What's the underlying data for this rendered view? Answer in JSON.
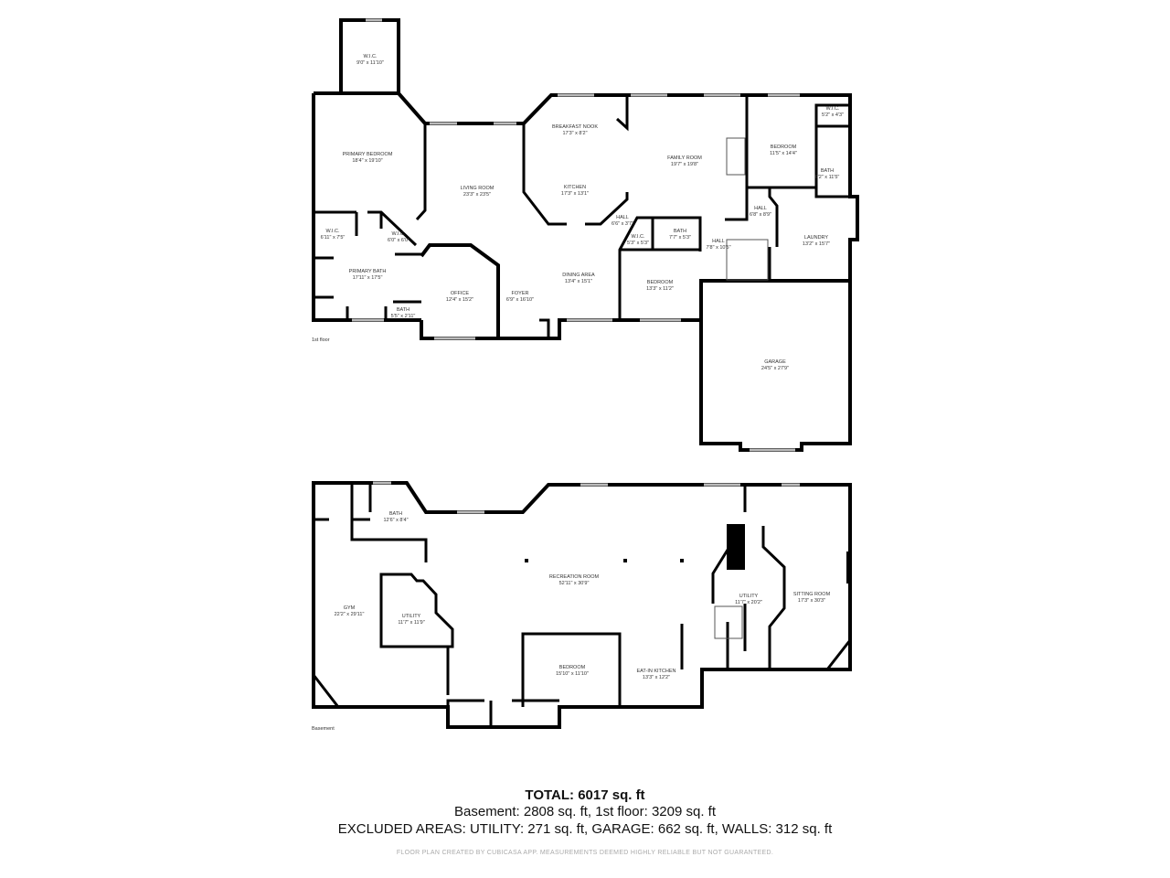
{
  "first_floor": {
    "label": "1st floor",
    "rooms": [
      {
        "name": "W.I.C.",
        "dims": "9'0\" x 11'10\""
      },
      {
        "name": "PRIMARY BEDROOM",
        "dims": "18'4\" x 19'10\""
      },
      {
        "name": "LIVING ROOM",
        "dims": "23'3\" x 23'5\""
      },
      {
        "name": "BREAKFAST NOOK",
        "dims": "17'3\" x 8'2\""
      },
      {
        "name": "KITCHEN",
        "dims": "17'3\" x 13'1\""
      },
      {
        "name": "FAMILY ROOM",
        "dims": "19'7\" x 19'8\""
      },
      {
        "name": "BEDROOM",
        "dims": "11'5\" x 14'4\""
      },
      {
        "name": "W.I.C.",
        "dims": "5'2\" x 4'3\""
      },
      {
        "name": "BATH",
        "dims": "6'2\" x 11'5\""
      },
      {
        "name": "HALL",
        "dims": "6'8\" x 8'9\""
      },
      {
        "name": "LAUNDRY",
        "dims": "13'2\" x 15'7\""
      },
      {
        "name": "HALL",
        "dims": "6'6\" x 3'7\""
      },
      {
        "name": "W.I.C.",
        "dims": "5'3\" x 5'3\""
      },
      {
        "name": "BATH",
        "dims": "7'7\" x 5'3\""
      },
      {
        "name": "HALL",
        "dims": "7'8\" x 10'5\""
      },
      {
        "name": "W.I.C.",
        "dims": "6'11\" x 7'5\""
      },
      {
        "name": "W.I.C.",
        "dims": "6'0\" x 6'0\""
      },
      {
        "name": "PRIMARY BATH",
        "dims": "17'11\" x 17'5\""
      },
      {
        "name": "BATH",
        "dims": "5'5\" x 2'11\""
      },
      {
        "name": "OFFICE",
        "dims": "12'4\" x 15'2\""
      },
      {
        "name": "FOYER",
        "dims": "6'9\" x 16'10\""
      },
      {
        "name": "DINING AREA",
        "dims": "13'4\" x 15'1\""
      },
      {
        "name": "BEDROOM",
        "dims": "13'3\" x 11'2\""
      },
      {
        "name": "GARAGE",
        "dims": "24'5\" x 27'9\""
      }
    ]
  },
  "basement": {
    "label": "Basement",
    "rooms": [
      {
        "name": "BATH",
        "dims": "12'6\" x 8'4\""
      },
      {
        "name": "RECREATION ROOM",
        "dims": "52'11\" x 30'9\""
      },
      {
        "name": "GYM",
        "dims": "22'2\" x 29'11\""
      },
      {
        "name": "UTILITY",
        "dims": "11'7\" x 11'9\""
      },
      {
        "name": "UTILITY",
        "dims": "11'7\" x 20'2\""
      },
      {
        "name": "SITTING ROOM",
        "dims": "17'3\" x 30'3\""
      },
      {
        "name": "BEDROOM",
        "dims": "15'10\" x 11'10\""
      },
      {
        "name": "EAT-IN KITCHEN",
        "dims": "13'3\" x 12'2\""
      }
    ]
  },
  "summary": {
    "total": "TOTAL: 6017 sq. ft",
    "line2": "Basement: 2808 sq. ft, 1st floor: 3209 sq. ft",
    "line3": "EXCLUDED AREAS: UTILITY: 271 sq. ft, GARAGE: 662 sq. ft, WALLS: 312 sq. ft",
    "credit": "FLOOR PLAN CREATED BY CUBICASA APP. MEASUREMENTS DEEMED HIGHLY RELIABLE BUT NOT GUARANTEED."
  }
}
